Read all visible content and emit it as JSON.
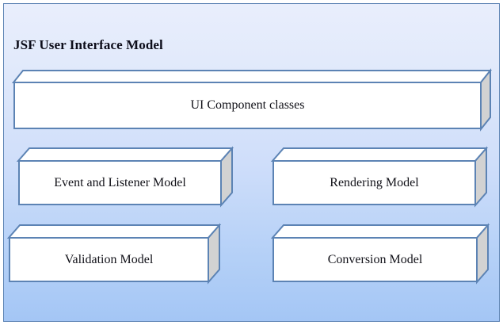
{
  "diagram": {
    "title": "JSF User Interface Model",
    "panel_border_color": "#5c83b4",
    "panel_bg_top_color": "#e9eefc",
    "panel_bg_bottom_color": "#a4c6f5",
    "box_border_color": "#5c83b4",
    "box_front_color": "#ffffff",
    "box_side_color": "#d2d2d2",
    "label_color": "#111118",
    "title_color": "#0d0d1a"
  },
  "boxes": [
    {
      "label": "UI Component classes"
    },
    {
      "label": "Event and Listener Model"
    },
    {
      "label": "Rendering Model"
    },
    {
      "label": "Validation Model"
    },
    {
      "label": "Conversion Model"
    }
  ]
}
